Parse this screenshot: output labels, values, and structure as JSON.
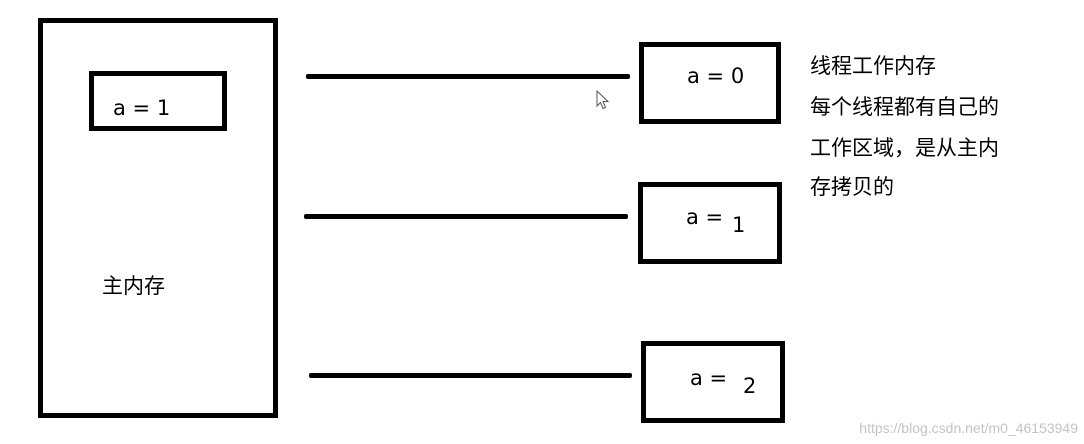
{
  "diagram": {
    "main_memory": {
      "label": "主内存",
      "variable": "a = 1"
    },
    "threads": [
      {
        "variable_name": "a =",
        "value": "0",
        "combined": "a = 0"
      },
      {
        "variable_name": "a =",
        "value": "1"
      },
      {
        "variable_name": "a =",
        "value": "2"
      }
    ],
    "note": {
      "lines": [
        "线程工作内存",
        "每个线程都有自己的",
        "工作区域，是从主内",
        "存拷贝的"
      ]
    },
    "watermark": "https://blog.csdn.net/m0_46153949",
    "cursor": "mouse-pointer-icon",
    "colors": {
      "stroke": "#000000",
      "background": "#ffffff",
      "watermark": "#c4c4c4"
    }
  }
}
